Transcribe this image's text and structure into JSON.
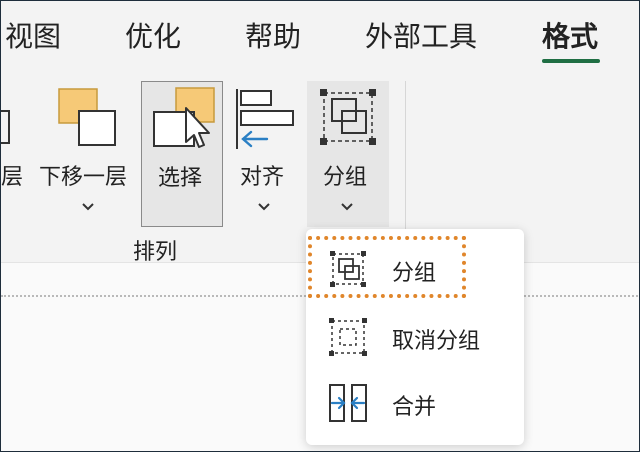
{
  "tabs": [
    {
      "label": "视图"
    },
    {
      "label": "优化"
    },
    {
      "label": "帮助"
    },
    {
      "label": "外部工具"
    },
    {
      "label": "格式",
      "active": true
    }
  ],
  "ribbon": {
    "partial_label": "层",
    "send_backward_label": "下移一层",
    "select_label": "选择",
    "align_label": "对齐",
    "group_label": "分组",
    "section_label": "排列"
  },
  "group_menu": {
    "items": [
      {
        "label": "分组",
        "icon": "group-icon",
        "highlighted": true
      },
      {
        "label": "取消分组",
        "icon": "ungroup-icon"
      },
      {
        "label": "合并",
        "icon": "merge-icon"
      }
    ]
  },
  "colors": {
    "accent": "#1f6e43",
    "highlight_border": "#e0862b",
    "shape_fill": "#f6c977",
    "merge_arrow": "#2a7fc4"
  }
}
